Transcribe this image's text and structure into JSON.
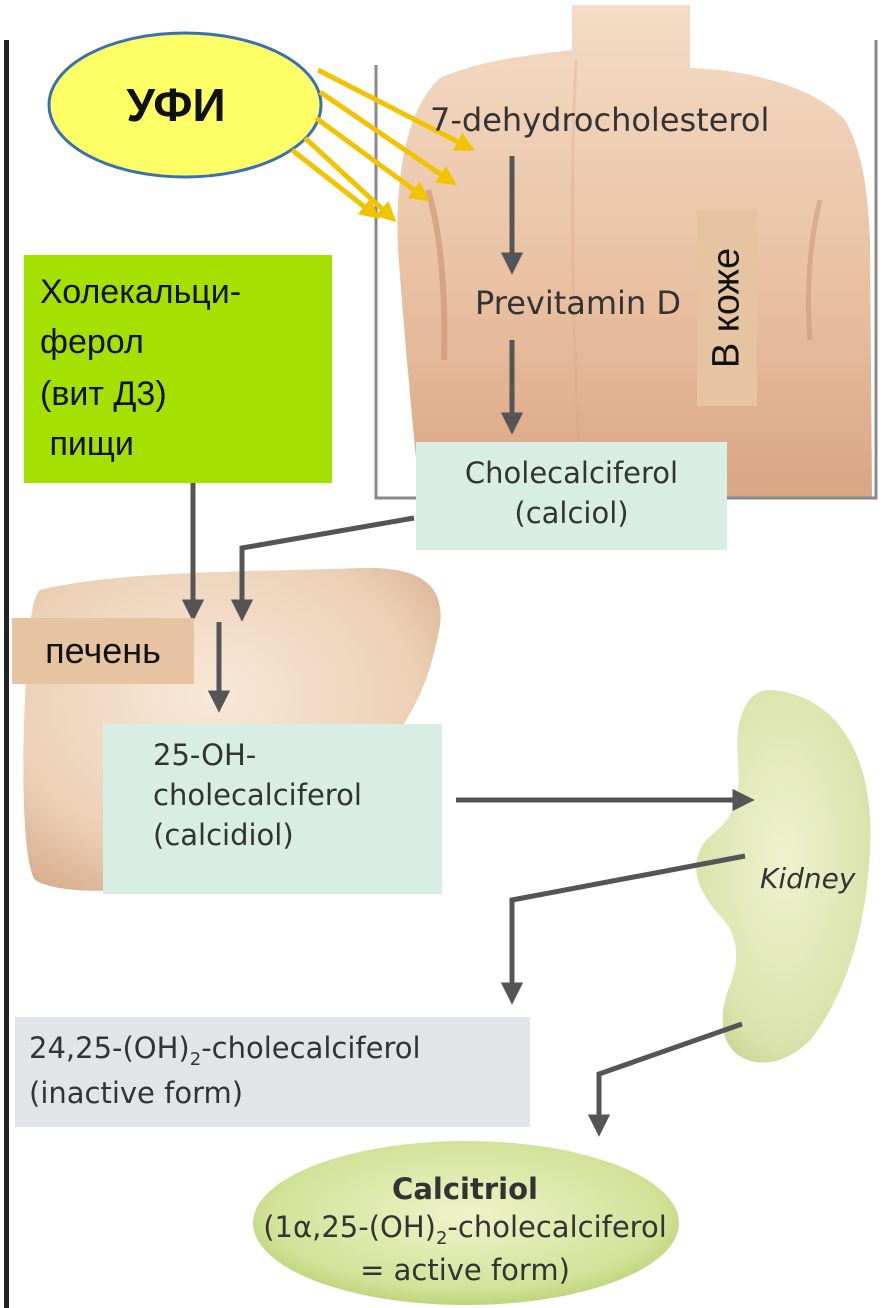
{
  "uv": {
    "label": "УФИ"
  },
  "skin": {
    "step1": "7-dehydrocholesterol",
    "step2": "Previtamin D",
    "tag": "В коже"
  },
  "food": {
    "lines": [
      "Холекальци-",
      "ферол",
      "(вит Д3)",
      " пищи"
    ]
  },
  "cholecalciferol": {
    "line1": "Cholecalciferol",
    "line2": "(calciol)"
  },
  "liver": {
    "tag": "печень"
  },
  "calcidiol": {
    "line1": "25-OH-",
    "line2": "cholecalciferol",
    "line3": "(calcidiol)"
  },
  "kidney": {
    "label": "Kidney"
  },
  "inactive": {
    "line1_pre": "24,25-(OH)",
    "line1_sub": "2",
    "line1_post": "-cholecalciferol",
    "line2": "(inactive form)"
  },
  "calcitriol": {
    "title": "Calcitriol",
    "line2_pre": "(1α,25-(OH)",
    "line2_sub": "2",
    "line2_post": "-cholecalciferol",
    "line3": "= active form)"
  },
  "colors": {
    "uv_fill": "#ffff66",
    "uv_border": "#3a6fb0",
    "uv_rays": "#f2c300",
    "food_box": "#a5e100",
    "tag_fill": "#e6c4a2",
    "teal_box": "#d8ede4",
    "grey_box": "#e3e4e6",
    "arrows": "#555555",
    "calcitriol_fill": "#bcd47a"
  }
}
